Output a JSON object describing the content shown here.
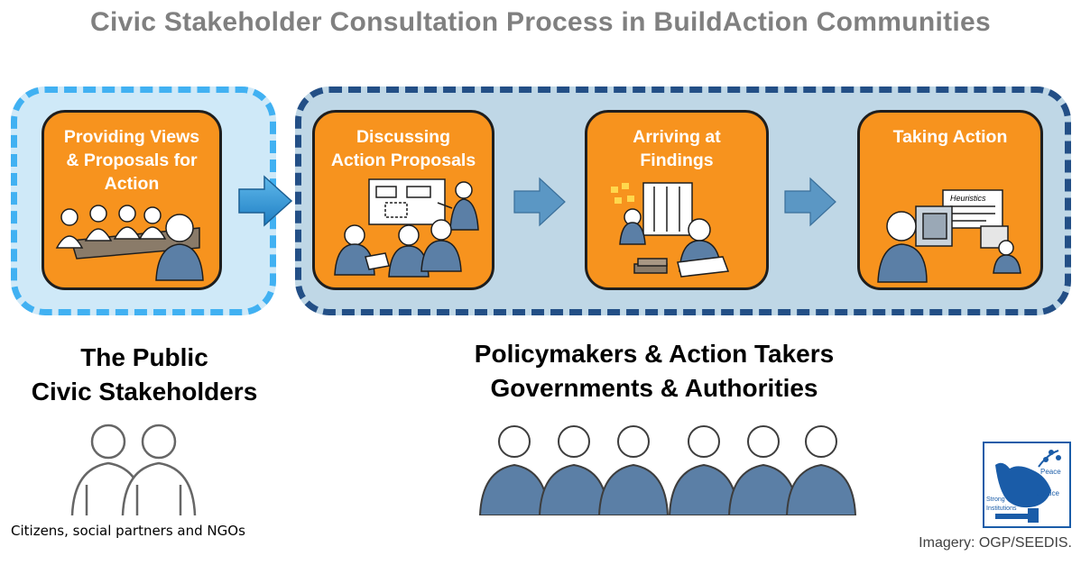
{
  "title": "Civic Stakeholder Consultation Process in BuildAction Communities",
  "stages": [
    {
      "label": "Providing Views\n& Proposals for\nAction"
    },
    {
      "label": "Discussing\nAction  Proposals"
    },
    {
      "label": "Arriving  at\nFindings"
    },
    {
      "label": "Taking Action"
    }
  ],
  "board_text": "Heuristics",
  "public": {
    "line1": "The Public",
    "line2": "Civic Stakeholders",
    "caption": "Citizens, social partners and NGOs"
  },
  "policy": {
    "line1": "Policymakers & Action Takers",
    "line2": "Governments & Authorities"
  },
  "credit": "Imagery: OGP/SEEDIS.",
  "logo": {
    "peace": "Peace",
    "justice": "Justice",
    "strong": "Strong",
    "institutions": "Institutions"
  },
  "colors": {
    "title": "#808080",
    "stage_fill": "#f7931e",
    "public_panel": "#cfe9f8",
    "public_dash": "#41b1f2",
    "policy_panel": "#bfd7e6",
    "policy_dash": "#234f86",
    "person_blue": "#5b7fa6",
    "logo_blue": "#1a5ca8"
  }
}
